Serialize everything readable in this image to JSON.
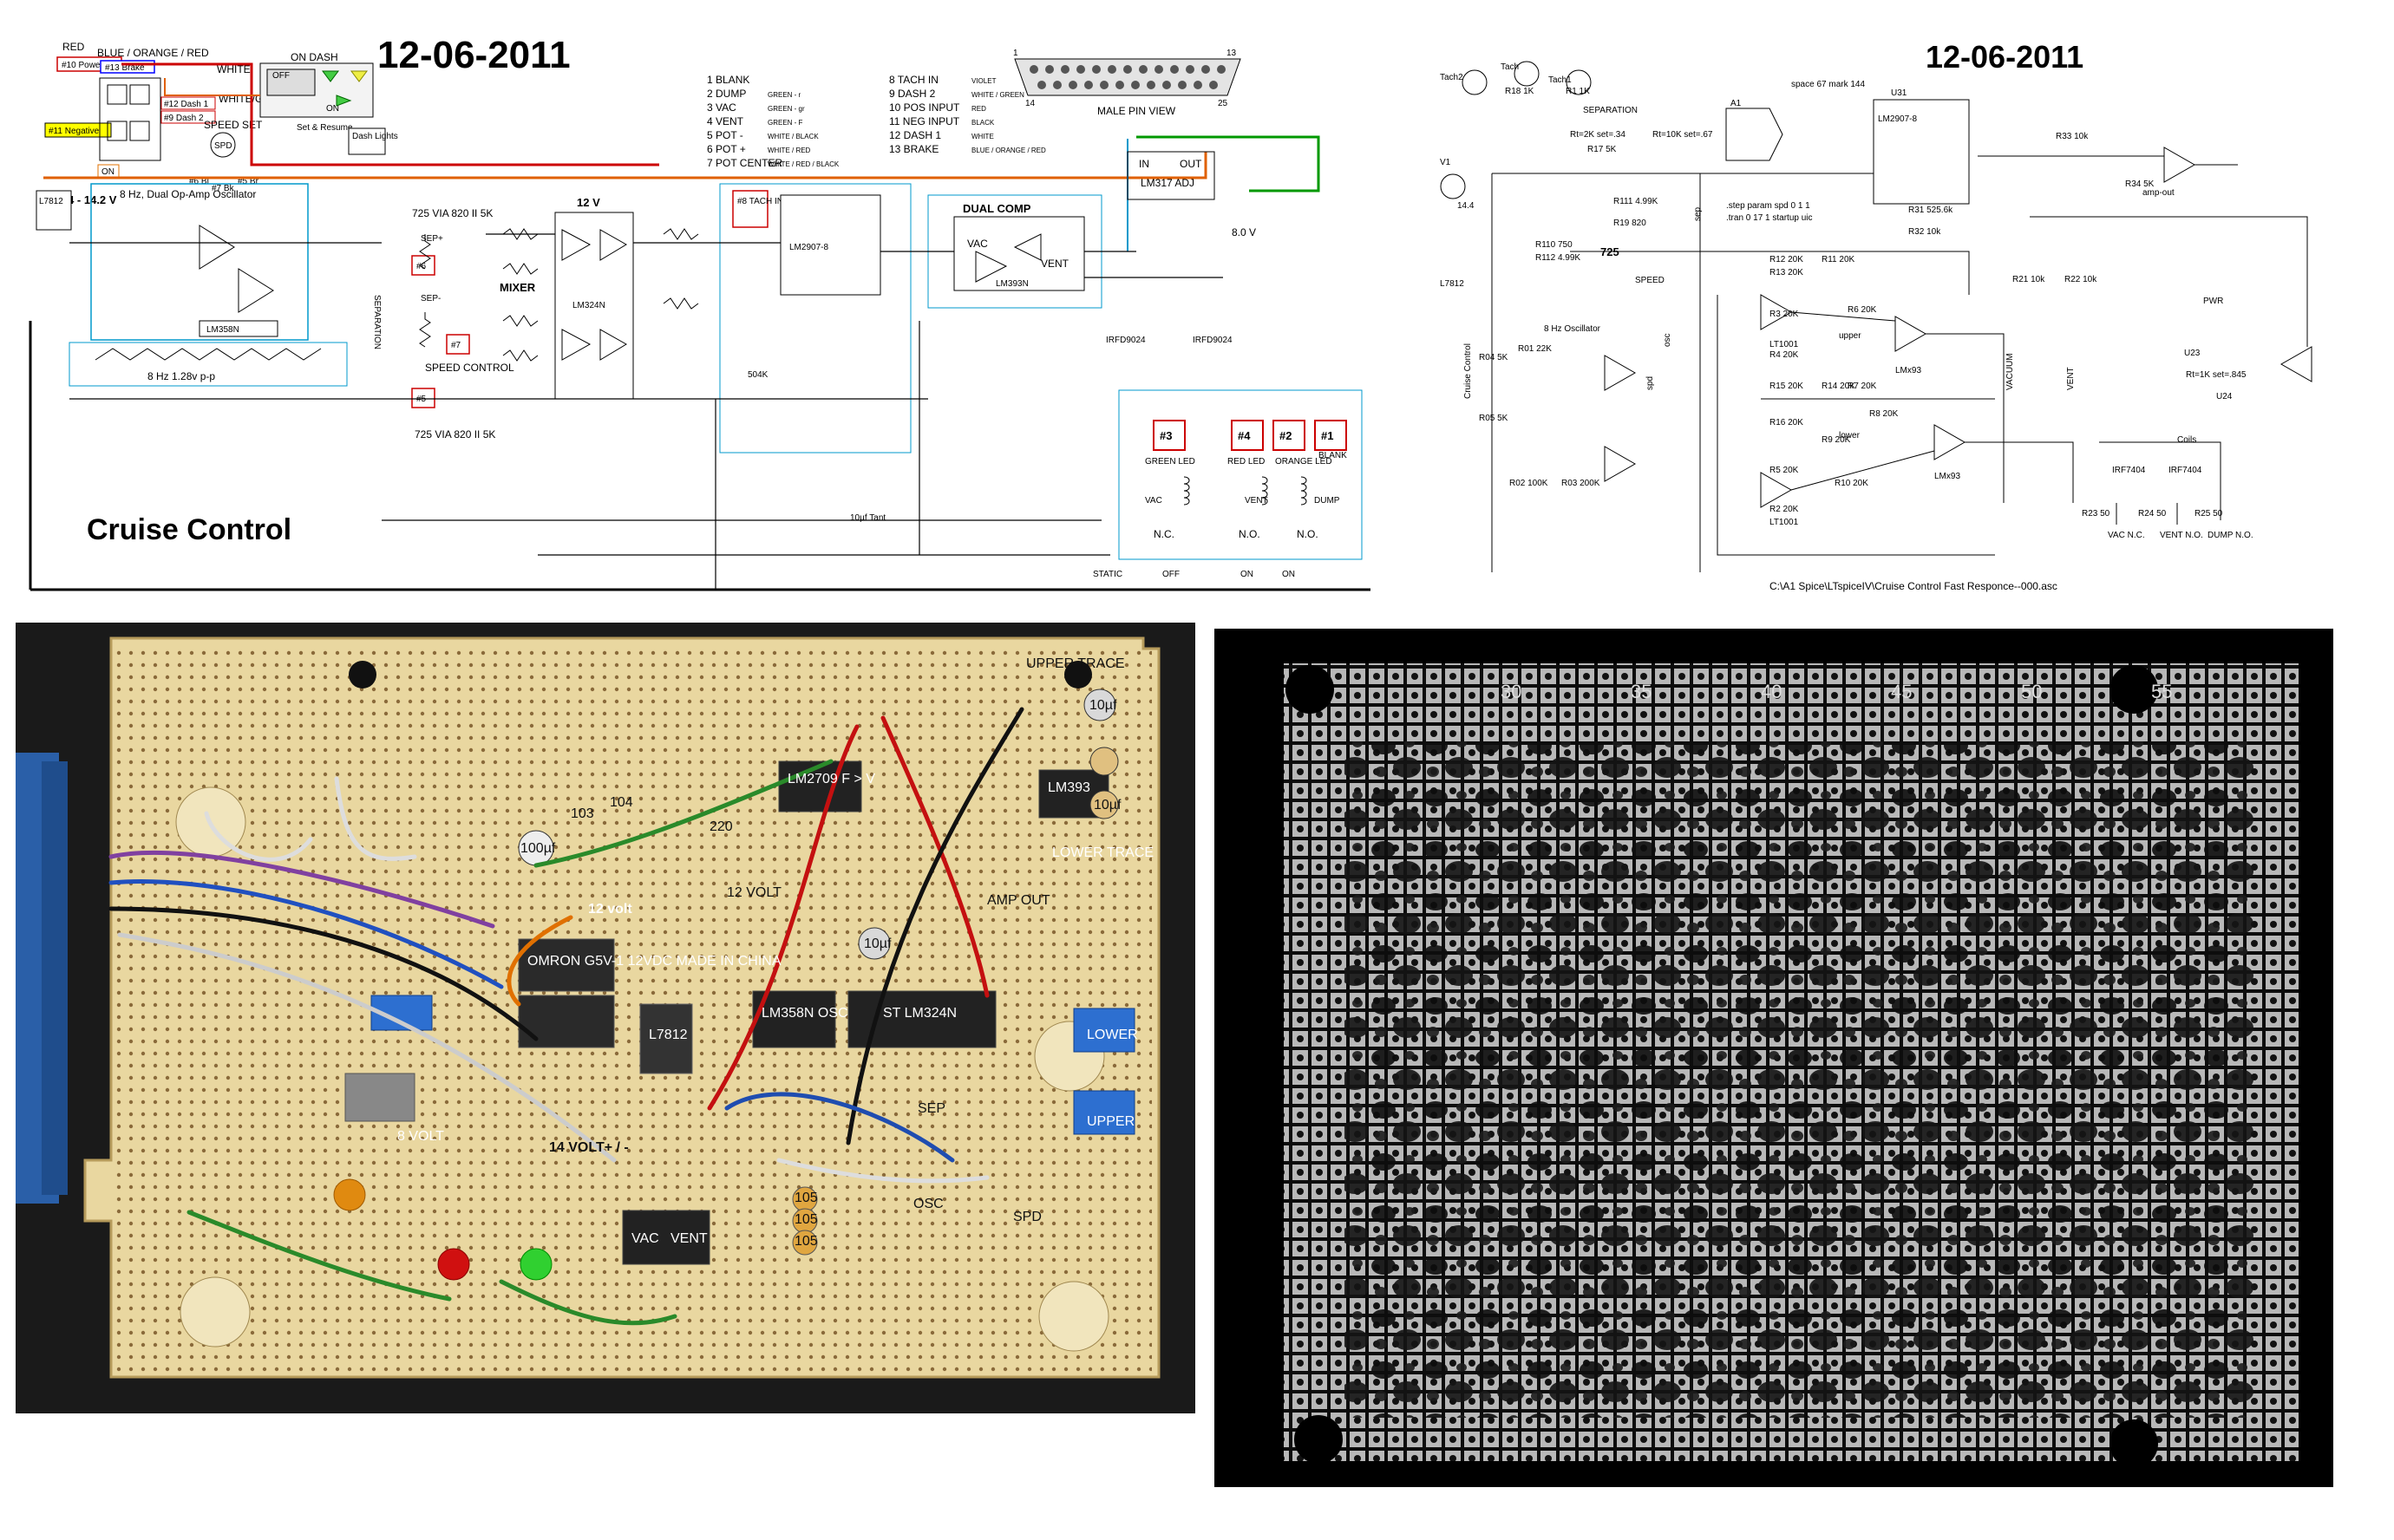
{
  "left_schematic": {
    "date": "12-06-2011",
    "title": "Cruise Control",
    "wire_labels": {
      "red": "RED",
      "blue_orange_red": "BLUE / ORANGE / RED",
      "white": "WHITE",
      "white_gr": "WHITE/Gr",
      "power": "#10 Power",
      "brake": "#13 Brake",
      "dash1": "#12 Dash 1",
      "dash2": "#9 Dash 2",
      "negative": "#11 Negative",
      "on": "ON",
      "voltage": "12.4 - 14.2 V",
      "speed_set": "SPEED SET",
      "spd": "SPD",
      "bl": "#6 Bl",
      "bk": "#7 Bk",
      "br": "#5 Br",
      "on_dash": "ON DASH",
      "off": "OFF",
      "on2": "ON",
      "set_resume": "Set & Resume",
      "dash_lights": "Dash Lights"
    },
    "connector": {
      "title": "MALE PIN VIEW",
      "pin_1": "1",
      "pin_13": "13",
      "pin_14": "14",
      "pin_25": "25"
    },
    "pin_list": [
      {
        "label": "1  BLANK",
        "sub": ""
      },
      {
        "label": "2  DUMP",
        "sub": "GREEN - r"
      },
      {
        "label": "3  VAC",
        "sub": "GREEN - gr"
      },
      {
        "label": "4  VENT",
        "sub": "GREEN - F"
      },
      {
        "label": "5  POT -",
        "sub": "WHITE / BLACK"
      },
      {
        "label": "6  POT +",
        "sub": "WHITE / RED"
      },
      {
        "label": "7  POT CENTER",
        "sub": "WHITE / RED / BLACK"
      },
      {
        "label": "8  TACH IN",
        "sub": "VIOLET"
      },
      {
        "label": "9  DASH 2",
        "sub": "WHITE / GREEN"
      },
      {
        "label": "10  POS INPUT",
        "sub": "RED"
      },
      {
        "label": "11  NEG INPUT",
        "sub": "BLACK"
      },
      {
        "label": "12  DASH 1",
        "sub": "WHITE"
      },
      {
        "label": "13  BRAKE",
        "sub": "BLUE / ORANGE / RED"
      }
    ],
    "blocks": {
      "l7812": "L7812",
      "osc_title": "8 Hz, Dual Op-Amp Oscillator",
      "osc_chip": "LM358N",
      "osc_out": "8 Hz  1.28v p-p",
      "sep": "SEPARATION",
      "mixer": "MIXER",
      "lm324": "LM324N",
      "twelve_v": "12 V",
      "tach_in": "#8 TACH IN",
      "lm2907": "LM2907-8",
      "dual_comp": "DUAL COMP",
      "lm393": "LM393N",
      "vac": "VAC",
      "vent": "VENT",
      "lm317": "LM317 ADJ",
      "lm317_in": "IN",
      "lm317_out": "OUT",
      "eight_v": "8.0 V",
      "irf1": "IRFD9024",
      "irf2": "IRFD9024",
      "speed_control": "SPEED CONTROL",
      "via1": "725 VIA 820 II 5K",
      "via2": "725 VIA 820 II 5K",
      "sep_plus": "SEP+",
      "sep_minus": "SEP-",
      "static": "STATIC",
      "nc": "N.C.",
      "no1": "N.O.",
      "no2": "N.O.",
      "off": "OFF",
      "on1": "ON",
      "on2": "ON",
      "green_led": "GREEN LED",
      "red_led": "RED LED",
      "orange_led": "ORANGE LED",
      "blank": "BLANK",
      "dump": "DUMP",
      "cap_tant": "10µf Tant",
      "r504k": "504K"
    },
    "relay_labels": [
      "#3",
      "#4",
      "#2",
      "#1"
    ],
    "box_labels": [
      "#6",
      "#7",
      "#5"
    ]
  },
  "right_schematic": {
    "date": "12-06-2011",
    "file_path": "C:\\A1 Spice\\LTspiceIV\\Cruise Control Fast Responce--000.asc",
    "labels": {
      "tach2": "Tach2",
      "tach": "Tach",
      "tach1": "Tach1",
      "separation": "SEPARATION",
      "rt1": "Rt=2K set=.34",
      "rt2": "Rt=10K set=.67",
      "a1": "A1",
      "space": "space 67 mark 144",
      "u31": "U31",
      "lm2907": "LM2907-8",
      "step": ".step param spd 0 1 1",
      "tran": ".tran 0 17 1 startup uic",
      "speed": "SPEED",
      "osc_8hz": "8 Hz Oscillator",
      "cruise_control": "Cruise Control",
      "l7812": "L7812",
      "amp_out": "amp-out",
      "upper": "upper",
      "lower": "lower",
      "vacuum": "VACUUM",
      "vent": "VENT",
      "coils": "Coils",
      "pwr": "PWR",
      "lt1001": "LT1001",
      "lm393": "LMx93",
      "irf7404": "IRF7404",
      "vac_nc": "VAC N.C.",
      "vent_no": "VENT N.O.",
      "dump_no": "DUMP N.O.",
      "v1": "V1",
      "v14": "14.4",
      "n725": "725",
      "rt1k": "Rt=1K set=.845",
      "u23": "U23",
      "u24": "U24",
      "spd": "spd",
      "osc": "osc",
      "sep": "sep"
    },
    "resistors": [
      "R18 1K",
      "R1 1K",
      "R17 5K",
      "R111 4.99K",
      "R19 820",
      "R110 750",
      "R112 4.99K",
      "R12 20K",
      "R13 20K",
      "R11 20K",
      "R3 20K",
      "R4 20K",
      "R6 20K",
      "R15 20K",
      "R14 20K",
      "R16 20K",
      "R7 20K",
      "R8 20K",
      "R9 20K",
      "R5 20K",
      "R10 20K",
      "R2 20K",
      "R21 10k",
      "R22 10k",
      "R33 10k",
      "R34 5K",
      "R31 525.6k",
      "R32 10k",
      "R04 5K",
      "R01 22K",
      "R05 5K",
      "R02 100K",
      "R03 200K",
      "R23 50",
      "R24 50",
      "R25 50"
    ]
  },
  "photo_front": {
    "labels": [
      "UPPER TRACE",
      "LM2709 F > V",
      "LM393",
      "LOWER TRACE",
      "12 volt",
      "12 VOLT",
      "AMP OUT",
      "LM358N OSC",
      "ST LM324N",
      "L7812",
      "8 VOLT",
      "14 VOLT+ / -",
      "SEP",
      "OSC",
      "SPD",
      "VAC",
      "VENT",
      "UPPER",
      "LOWER",
      "220",
      "104",
      "103",
      "105",
      "105",
      "105",
      "100µf",
      "10µf",
      "10µf",
      "10µf",
      "OMRON G5V-1 12VDC MADE IN CHINA"
    ]
  },
  "photo_back": {
    "ruler": [
      "30",
      "35",
      "40",
      "45",
      "50",
      "55"
    ]
  }
}
